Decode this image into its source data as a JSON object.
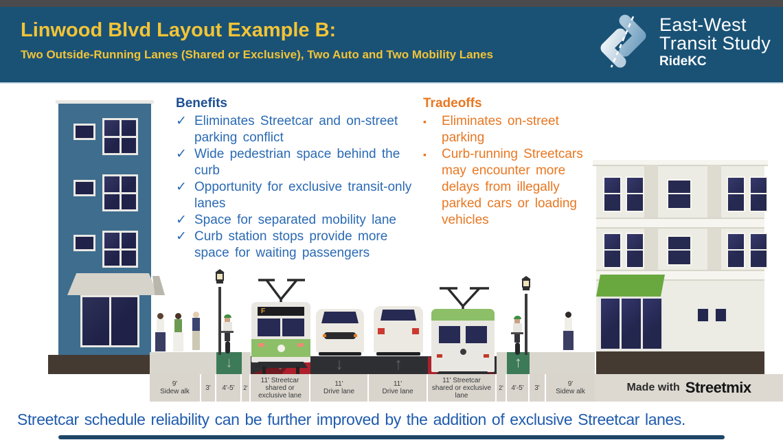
{
  "header": {
    "title": "Linwood Blvd Layout Example B:",
    "subtitle": "Two Outside-Running Lanes (Shared or Exclusive), Two Auto and Two Mobility Lanes",
    "logo": {
      "line1": "East-West",
      "line2": "Transit Study",
      "brand": "RideKC"
    }
  },
  "benefits": {
    "heading": "Benefits",
    "bullet": "✓",
    "items": [
      "Eliminates Streetcar and on-street parking conflict",
      "Wide pedestrian space behind the curb",
      "Opportunity for exclusive transit-only lanes",
      "Space for separated mobility lane",
      "Curb station stops provide more space for waiting passengers"
    ]
  },
  "tradeoffs": {
    "heading": "Tradeoffs",
    "bullet": "▪",
    "items": [
      "Eliminates on-street parking",
      "Curb-running Streetcars may encounter more delays from illegally parked cars or loading vehicles"
    ]
  },
  "street": {
    "streetcar_sign": "F",
    "arrows": {
      "down": "↓",
      "up": "↑"
    },
    "lanes": [
      {
        "size": "9'",
        "label": "Sidew alk"
      },
      {
        "size": "3'",
        "label": ""
      },
      {
        "size": "4'-5'",
        "label": ""
      },
      {
        "size": "2'",
        "label": ""
      },
      {
        "size": "11' Streetcar",
        "label": "shared or exclusive lane"
      },
      {
        "size": "11'",
        "label": "Drive lane"
      },
      {
        "size": "11'",
        "label": "Drive lane"
      },
      {
        "size": "11' Streetcar",
        "label": "shared or exclusive lane"
      },
      {
        "size": "2'",
        "label": ""
      },
      {
        "size": "4'-5'",
        "label": ""
      },
      {
        "size": "3'",
        "label": ""
      },
      {
        "size": "9'",
        "label": "Sidew alk"
      }
    ],
    "credit": {
      "prefix": "Made with",
      "brand": "Streetmix"
    }
  },
  "caption": "Streetcar schedule reliability can be further improved by the addition of exclusive Streetcar lanes.",
  "colors": {
    "header_bg": "#1a5276",
    "accent_gold": "#f2c437",
    "benefits_blue": "#2a6ab3",
    "tradeoffs_orange": "#e87722",
    "caption_blue": "#1f5bad",
    "bike_lane_green": "#3d7a58",
    "streetcar_green": "#8cbf68",
    "asphalt": "#2e2f32",
    "label_strip_bg": "#d9d5cd"
  }
}
